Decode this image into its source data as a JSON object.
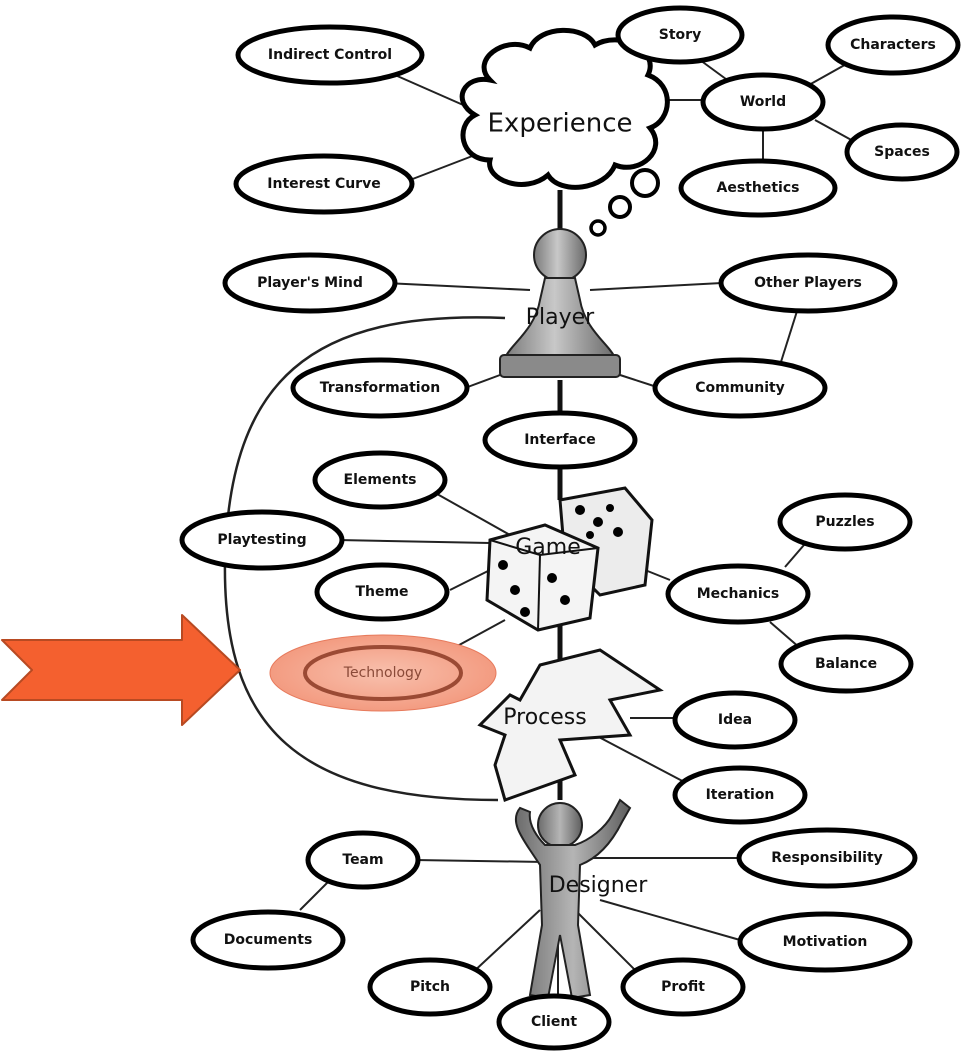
{
  "hubs": {
    "experience": "Experience",
    "player": "Player",
    "game": "Game",
    "process": "Process",
    "designer": "Designer"
  },
  "nodes": {
    "indirect_control": "Indirect Control",
    "story": "Story",
    "characters": "Characters",
    "world": "World",
    "spaces": "Spaces",
    "interest_curve": "Interest Curve",
    "aesthetics": "Aesthetics",
    "players_mind": "Player's Mind",
    "other_players": "Other Players",
    "transformation": "Transformation",
    "community": "Community",
    "interface": "Interface",
    "elements": "Elements",
    "playtesting": "Playtesting",
    "puzzles": "Puzzles",
    "theme": "Theme",
    "mechanics": "Mechanics",
    "technology": "Technology",
    "balance": "Balance",
    "idea": "Idea",
    "iteration": "Iteration",
    "team": "Team",
    "responsibility": "Responsibility",
    "documents": "Documents",
    "motivation": "Motivation",
    "pitch": "Pitch",
    "profit": "Profit",
    "client": "Client"
  },
  "colors": {
    "highlight_fill": "#f4a58f",
    "highlight_ring": "#8b3a24",
    "arrow": "#f4602f",
    "arrow_stroke": "#b84a22",
    "pawn": "#9a9a9a",
    "designer_figure": "#8c8c8c"
  },
  "highlighted_node": "technology"
}
